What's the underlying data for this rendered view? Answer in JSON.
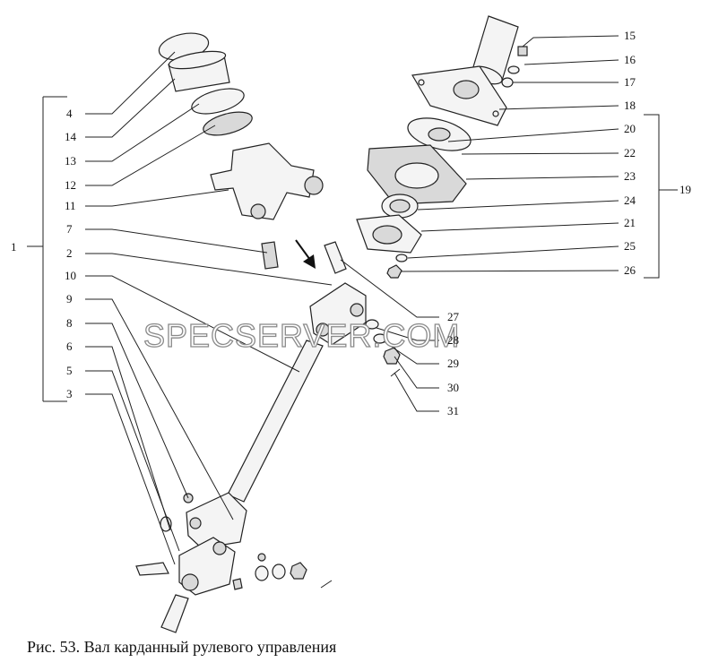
{
  "caption": "Рис. 53. Вал карданный рулевого управления",
  "watermark": "SPECSERVER.COM",
  "labels": {
    "n1": "1",
    "n2": "2",
    "n3": "3",
    "n4": "4",
    "n5": "5",
    "n6": "6",
    "n7": "7",
    "n8": "8",
    "n9": "9",
    "n10": "10",
    "n11": "11",
    "n12": "12",
    "n13": "13",
    "n14": "14",
    "n15": "15",
    "n16": "16",
    "n17": "17",
    "n18": "18",
    "n19": "19",
    "n20": "20",
    "n21": "21",
    "n22": "22",
    "n23": "23",
    "n24": "24",
    "n25": "25",
    "n26": "26",
    "n27": "27",
    "n28": "28",
    "n29": "29",
    "n30": "30",
    "n31": "31"
  }
}
